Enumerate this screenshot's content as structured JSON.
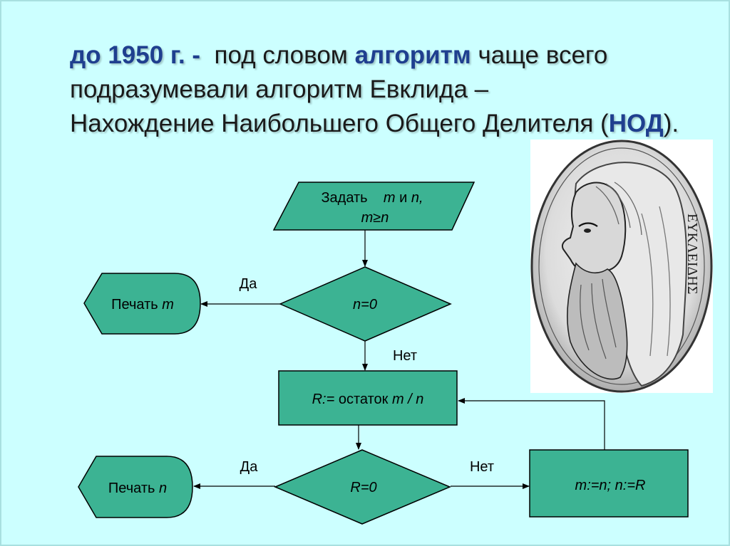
{
  "intro": {
    "year": "до 1950 г. -",
    "pre": "под словом",
    "term": "алгоритм",
    "post1": "чаще всего подразумевали алгоритм Евклида –",
    "post2": "Нахождение  Наибольшего Общего Делителя (",
    "abbr": "НОД",
    "post3": ")."
  },
  "flowchart": {
    "input_line1": "Задать",
    "input_m": "m",
    "input_and": " и ",
    "input_n": "n,",
    "input_line2": "m≥n",
    "cond1": "n=0",
    "yes1": "Да",
    "no1": "Нет",
    "print_m_label": "Печать ",
    "print_m_var": "m",
    "assign_r_var": "R:=",
    "assign_r_text": " остаток ",
    "assign_r_expr": "m / n",
    "cond2": "R=0",
    "yes2": "Да",
    "no2": "Нет",
    "print_n_label": "Печать ",
    "print_n_var": "n",
    "swap": "m:=n; n:=R"
  },
  "portrait": {
    "inscription": "ΕΥΚΛΕΙΔΗΣ"
  },
  "colors": {
    "block_fill": "#3cb393",
    "background": "#ccffff",
    "accent_text": "#1f3f8f"
  }
}
